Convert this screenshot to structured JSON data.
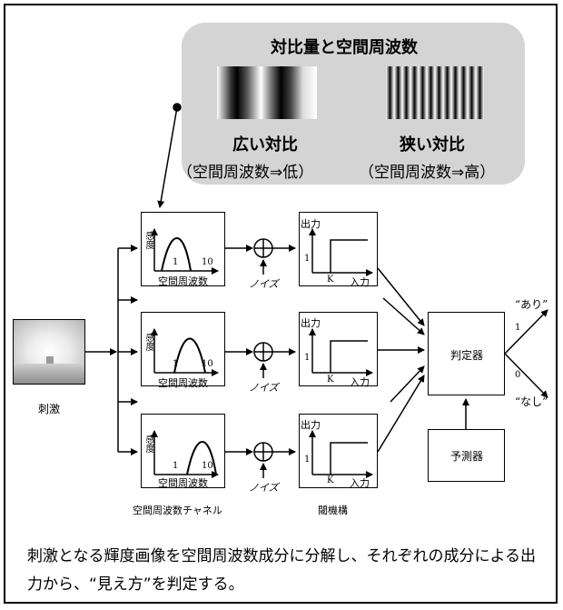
{
  "callout": {
    "title": "対比量と空間周波数",
    "wide_label": "広い対比",
    "wide_sub": "（空間周波数⇒低）",
    "narrow_label": "狭い対比",
    "narrow_sub": "（空間周波数⇒高）"
  },
  "stimulus": {
    "label": "刺激"
  },
  "channel_plot": {
    "ylabel": "感度",
    "xlabel": "空間周波数",
    "tick_1": "1",
    "tick_10": "10"
  },
  "noise_label": "ノイズ",
  "threshold_plot": {
    "ylabel": "出力",
    "xlabel": "入力",
    "tick_1": "1",
    "tick_k": "K"
  },
  "section_labels": {
    "channels": "空間周波数チャネル",
    "threshold": "閾機構"
  },
  "judge": {
    "label": "判定器",
    "out_yes": "“あり”",
    "out_no": "“なし”",
    "val_1": "1",
    "val_0": "0"
  },
  "predictor": {
    "label": "予測器"
  },
  "caption": "刺激となる輝度画像を空間周波数成分に分解し、それぞれの成分による出力から、“見え方”を判定する。"
}
